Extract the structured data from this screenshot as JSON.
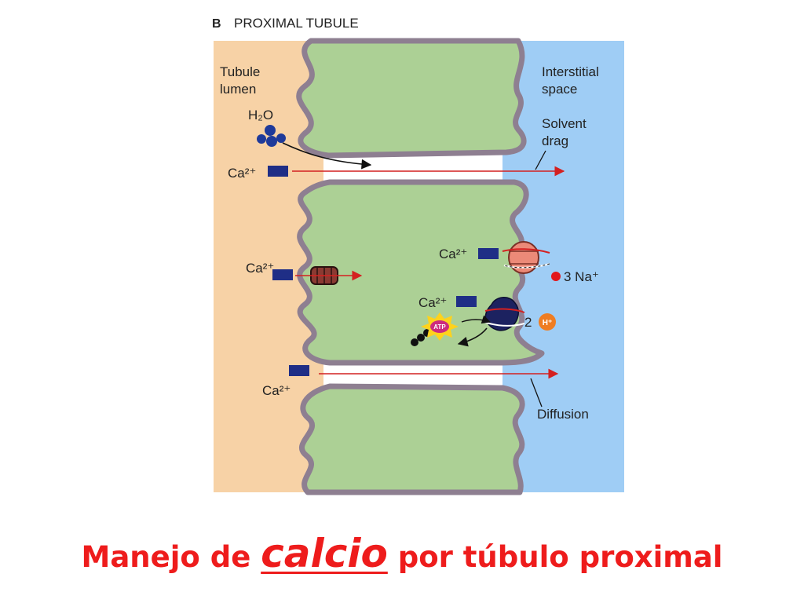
{
  "diagram": {
    "panel_letter": "B",
    "panel_title": "PROXIMAL TUBULE",
    "labels": {
      "lumen_line1": "Tubule",
      "lumen_line2": "lumen",
      "interstitial_line1": "Interstitial",
      "interstitial_line2": "space",
      "solvent_line1": "Solvent",
      "solvent_line2": "drag",
      "diffusion": "Diffusion",
      "atp": "ATP",
      "h_plus": "H⁺"
    },
    "species": {
      "water": "H₂O",
      "calcium": "Ca²⁺",
      "sodium": "3 Na⁺",
      "proton_count": "2"
    },
    "colors": {
      "lumen": "#f7d2a6",
      "cell": "#acd095",
      "interstitium": "#9fcdf5",
      "membrane": "#8e7f91",
      "arrow": "#d42020",
      "calcium_marker": "#1f2e86",
      "caption": "#ee1c1c"
    }
  },
  "caption": {
    "part1": "Manejo de ",
    "emphasis": "calcio",
    "part2": " por túbulo proximal"
  }
}
